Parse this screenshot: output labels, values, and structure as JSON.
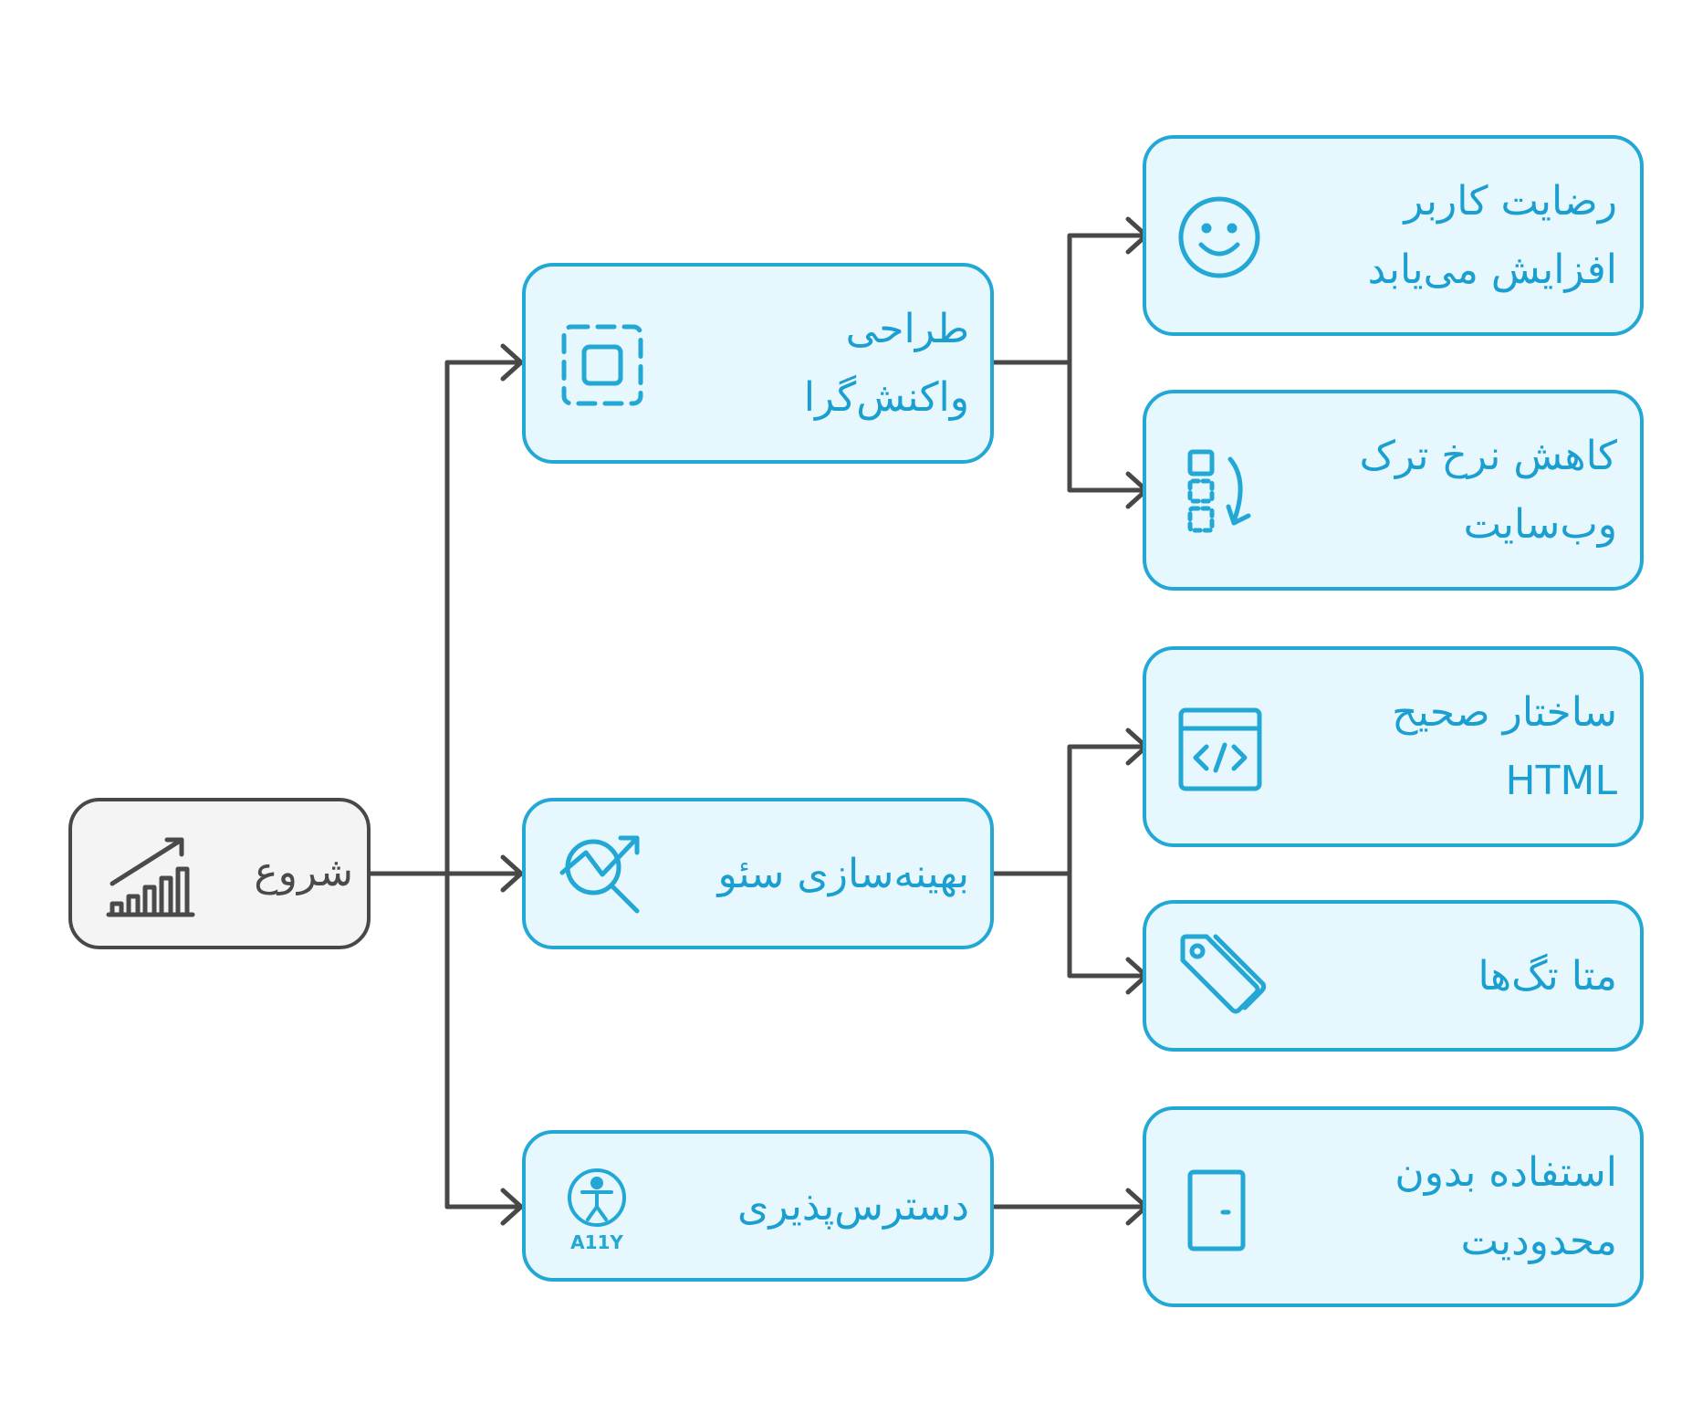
{
  "colors": {
    "accent": "#23a8d6",
    "accent_fill": "#e6f7fd",
    "text_blue": "#1a9fd0",
    "start_fill": "#f4f4f4",
    "start_stroke": "#484848",
    "connector": "#484848"
  },
  "nodes": {
    "start": {
      "label": "شروع",
      "icon": "growth-chart-icon"
    },
    "responsive": {
      "label": "طراحی\nواکنش‌گرا",
      "icon": "responsive-frame-icon"
    },
    "seo": {
      "label": "بهینه‌سازی سئو",
      "icon": "seo-search-icon"
    },
    "accessibility": {
      "label": "دسترس‌پذیری",
      "icon": "a11y-icon"
    },
    "satisfaction": {
      "label": "رضایت کاربر\nافزایش می‌یابد",
      "icon": "smiley-icon"
    },
    "bounce": {
      "label": "کاهش نرخ ترک\nوب‌سایت",
      "icon": "bounce-down-icon"
    },
    "html": {
      "label": "ساختار صحیح\nHTML",
      "icon": "code-window-icon"
    },
    "meta": {
      "label": "متا تگ‌ها",
      "icon": "tag-icon"
    },
    "unrestricted": {
      "label": "استفاده بدون\nمحدودیت",
      "icon": "door-icon"
    }
  },
  "a11y_badge": "A11Y"
}
